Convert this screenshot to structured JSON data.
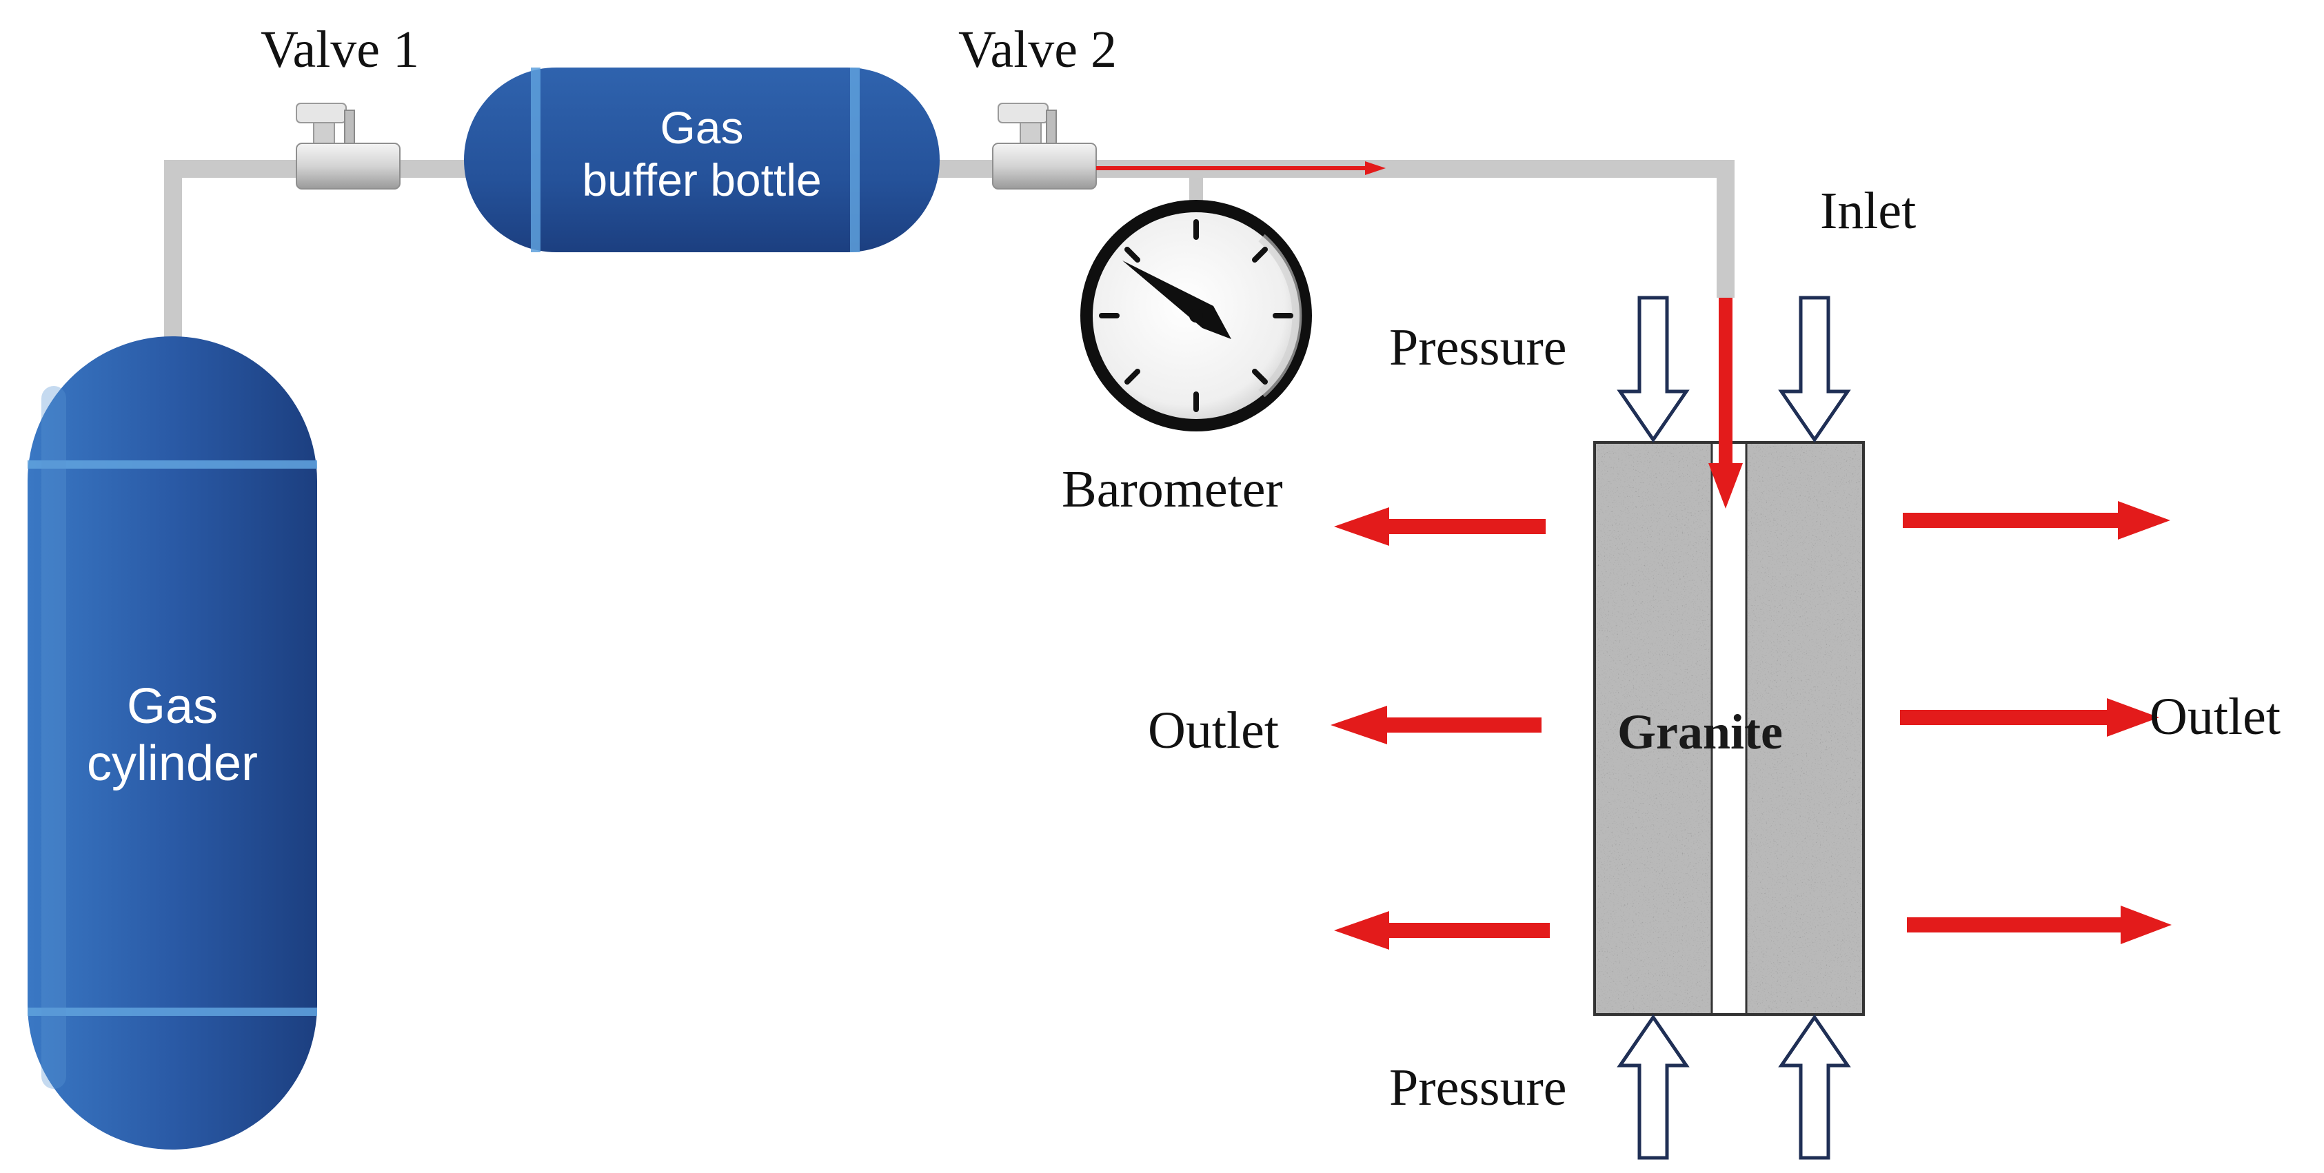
{
  "labels": {
    "valve1": "Valve 1",
    "valve2": "Valve 2",
    "buffer_line1": "Gas",
    "buffer_line2": "buffer bottle",
    "cylinder_line1": "Gas",
    "cylinder_line2": "cylinder",
    "inlet": "Inlet",
    "pressure_top": "Pressure",
    "pressure_bottom": "Pressure",
    "barometer": "Barometer",
    "outlet_left": "Outlet",
    "outlet_right": "Outlet",
    "granite": "Granite"
  },
  "colors": {
    "vessel_blue": "#2c5ea8",
    "vessel_dark": "#1d3f7a",
    "pipe_gray": "#c8c8c8",
    "flow_red": "#e31b1b",
    "pressure_arrow_outline": "#1f2f55",
    "granite_gray": "#b8b8b8"
  }
}
